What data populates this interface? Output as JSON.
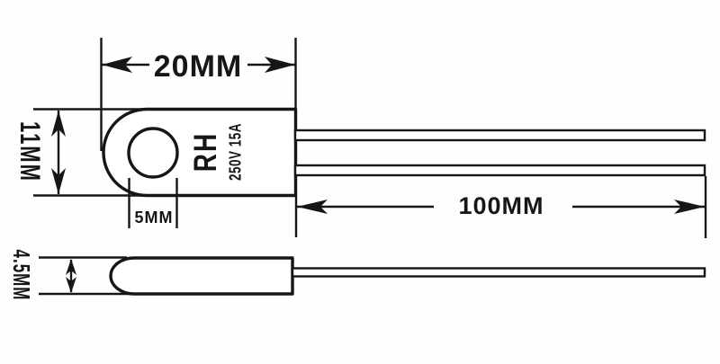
{
  "product": {
    "series": "RH",
    "rating": "250V 15A"
  },
  "dimensions": {
    "body_width": "20MM",
    "body_height": "11MM",
    "hole_width": "5MM",
    "lead_length": "100MM",
    "body_thickness": "4.5MM"
  },
  "colors": {
    "line": "#161616",
    "background": "#ffffff"
  }
}
